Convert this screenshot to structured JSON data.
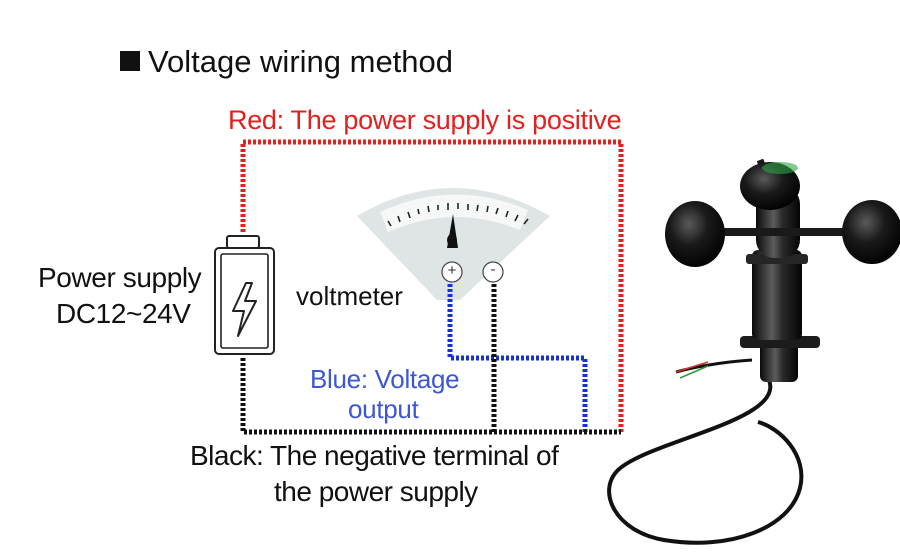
{
  "heading": {
    "marker": "■",
    "text": "Voltage wiring method"
  },
  "wires": {
    "red": {
      "label": "Red: The power supply is positive",
      "color": "#e51e1e"
    },
    "blue": {
      "label_line1": "Blue: Voltage",
      "label_line2": "output",
      "color": "#1530d8"
    },
    "black": {
      "label_line1": "Black: The negative terminal of",
      "label_line2": "the power supply",
      "color": "#111111"
    }
  },
  "power_supply": {
    "line1": "Power supply",
    "line2": "DC12~24V",
    "icon": "battery-lightning-icon"
  },
  "voltmeter": {
    "label": "voltmeter",
    "plus": "+",
    "minus": "-",
    "icon": "voltmeter-dial-icon"
  },
  "device": {
    "icon": "cup-anemometer-icon"
  }
}
